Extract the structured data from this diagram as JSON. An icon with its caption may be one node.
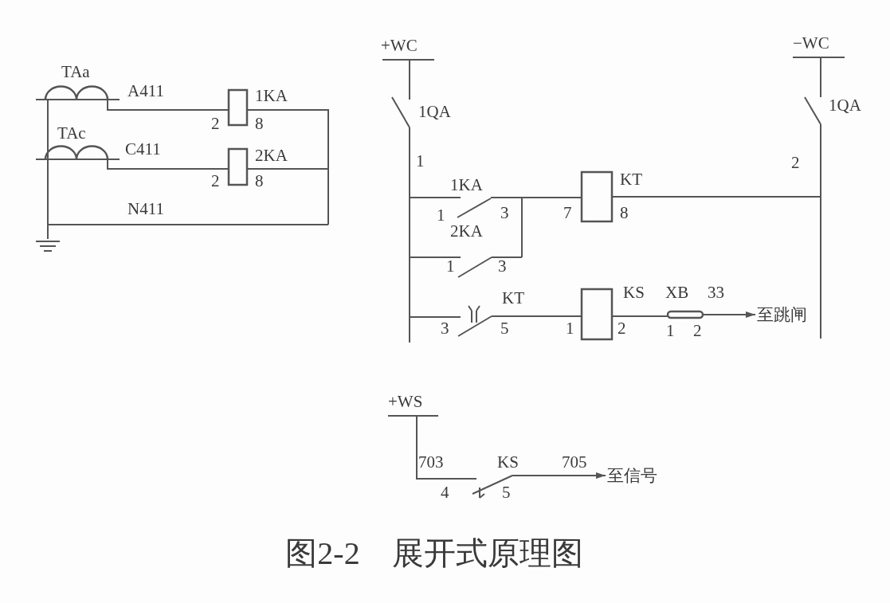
{
  "diagram": {
    "caption": "图2-2　展开式原理图",
    "nodes": [
      {
        "text": [
          "至跳闸"
        ]
      },
      {
        "text": [
          "至信号"
        ]
      }
    ],
    "edges": [
      {
        "from": null,
        "to": 0,
        "arrow": "to"
      },
      {
        "from": null,
        "to": 1,
        "arrow": "to"
      }
    ],
    "labels": [
      "TAa",
      "A411",
      "1KA",
      "2",
      "8",
      "TAc",
      "C411",
      "2KA",
      "2",
      "8",
      "N411",
      "+WC",
      "−WC",
      "1QA",
      "1QA",
      "1",
      "2",
      "1KA",
      "KT",
      "1",
      "3",
      "7",
      "8",
      "2KA",
      "1",
      "3",
      "KT",
      "KS",
      "XB",
      "33",
      "3",
      "5",
      "1",
      "2",
      "1",
      "2",
      "+WS",
      "703",
      "KS",
      "705",
      "4",
      "5"
    ]
  }
}
